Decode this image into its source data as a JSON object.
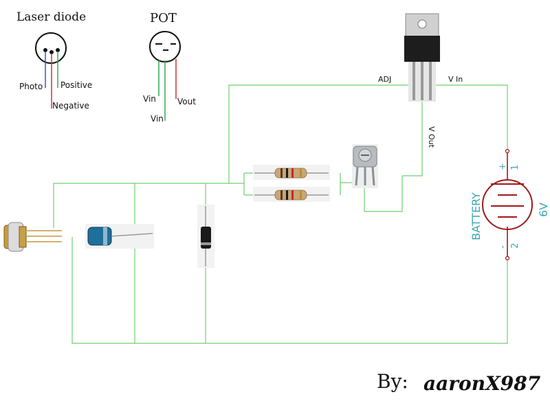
{
  "legend": {
    "laser_title": "Laser diode",
    "laser_photo": "Photo",
    "laser_positive": "Positive",
    "laser_negative": "Negative",
    "pot_title": "POT",
    "pot_vin_1": "Vin",
    "pot_vin_2": "Vin",
    "pot_vout": "Vout"
  },
  "regulator": {
    "adj_label": "ADJ",
    "vin_label": "V In",
    "vout_label": "V Out"
  },
  "battery": {
    "name": "BATTERY",
    "voltage": "6V",
    "plus": "+",
    "pin1": "1",
    "minus": "-",
    "pin2": "2"
  },
  "credit": {
    "prefix": "By:",
    "name": "aaronX987"
  },
  "colors": {
    "wire": "#6fcf6f",
    "battery_symbol": "#a01818",
    "battery_text": "#3aa7b3",
    "laser_photo_lead": "#3355cc",
    "laser_negative_lead": "#cc3333",
    "laser_positive_lead": "#33aa55"
  }
}
